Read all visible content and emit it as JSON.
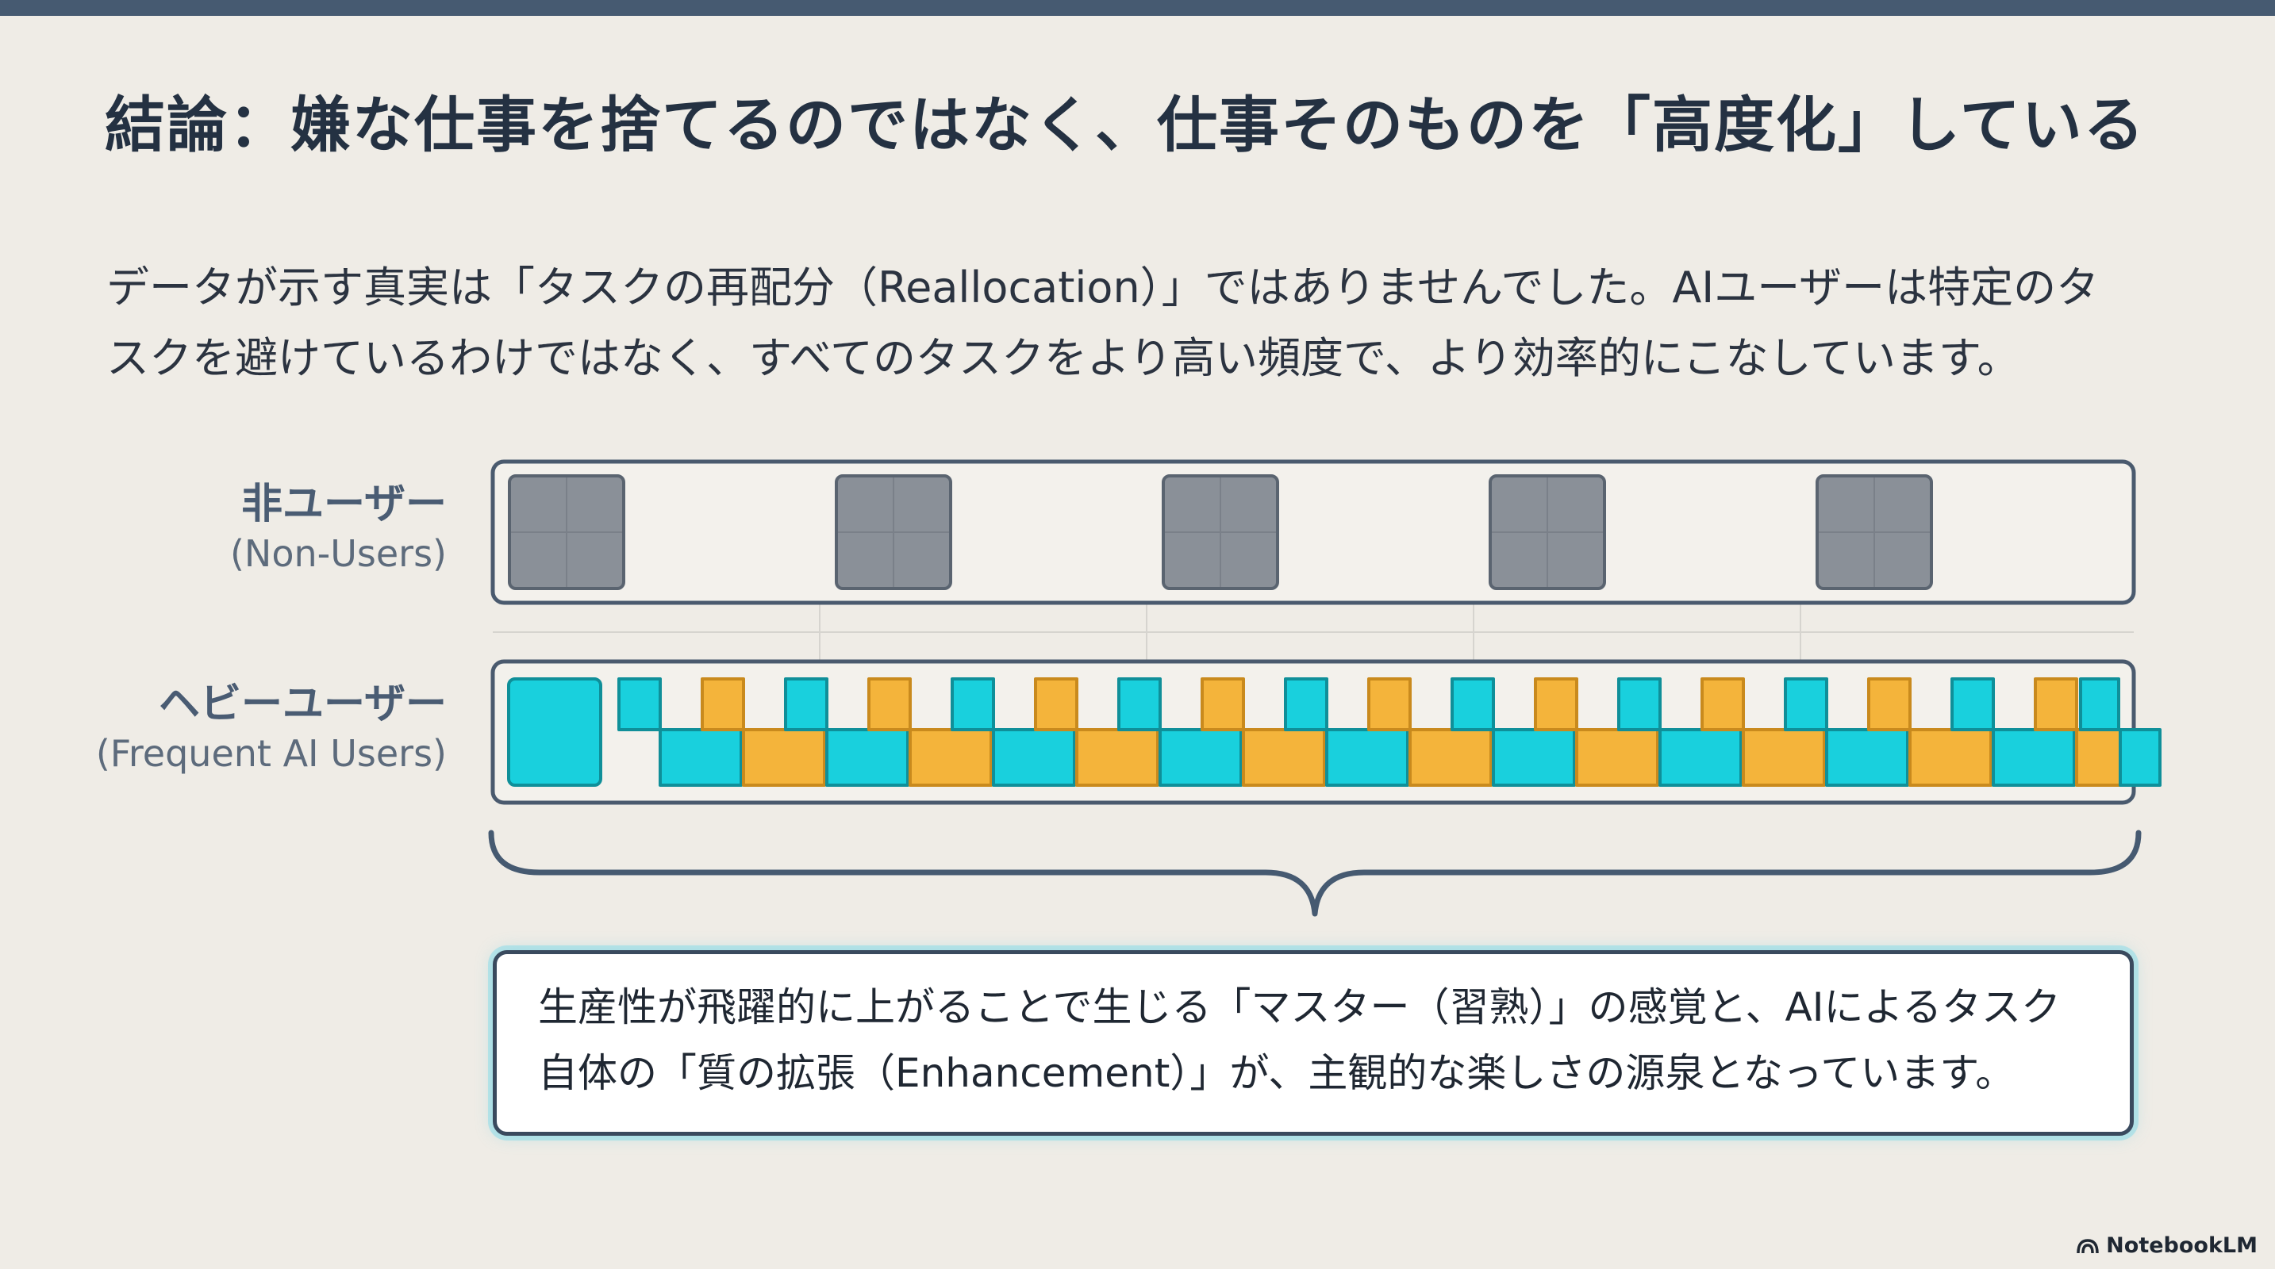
{
  "title": "結論：嫌な仕事を捨てるのではなく、仕事そのものを「高度化」している",
  "intro_lines": [
    "データが示す真実は「タスクの再配分（Reallocation）」ではありませんでした。AIユーザーは特定のタ",
    "スクを避けているわけではなく、すべてのタスクをより高い頻度で、より効率的にこなしています。"
  ],
  "rows": [
    {
      "label_jp": "非ユーザー",
      "label_en": "(Non-Users)"
    },
    {
      "label_jp": "ヘビーユーザー",
      "label_en": "(Frequent AI Users)"
    }
  ],
  "summary_lines": [
    "生産性が飛躍的に上がることで生じる「マスター（習熟）」の感覚と、AIによるタスク",
    "自体の「質の拡張（Enhancement）」が、主観的な楽しさの源泉となっています。"
  ],
  "brand": {
    "name": "NotebookLM",
    "icon": "notebooklm-logo-icon"
  },
  "colors": {
    "background": "#efece6",
    "top_bar": "#465a71",
    "non_user_block": "#8a9098",
    "heavy_user_cyan": "#19d0dd",
    "heavy_user_orange": "#f4b43b",
    "frame_border": "#4a5a6e"
  },
  "diagram": {
    "non_user_task_count": 5,
    "heavy_user_pattern": "alternating cyan and orange tetromino-shaped tasks densely filling the same time span"
  }
}
